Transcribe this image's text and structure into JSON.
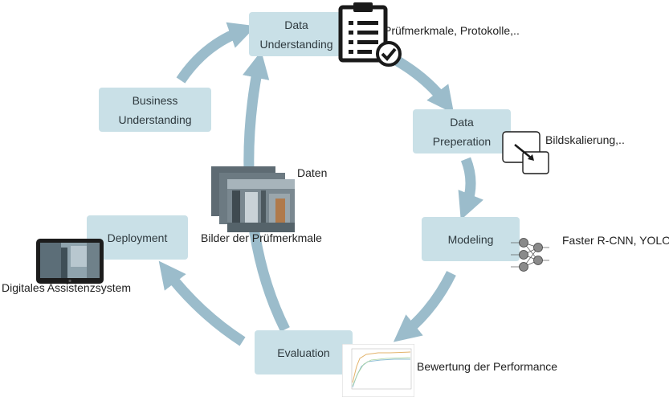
{
  "phases": {
    "data_understanding": "Data\nUnderstanding",
    "business_understanding": "Business\nUnderstanding",
    "data_preparation": "Data\nPreperation",
    "modeling": "Modeling",
    "evaluation": "Evaluation",
    "deployment": "Deployment"
  },
  "annotations": {
    "data_understanding": "Prüfmerkmale, Protokolle,..",
    "data_preparation": "Bildskalierung,..",
    "modeling": "Faster R-CNN, YOLO",
    "evaluation": "Bewertung der Performance",
    "deployment": "Digitales Assistenzsystem",
    "center_title": "Daten",
    "center_caption": "Bilder der Prüfmerkmale"
  },
  "colors": {
    "box_fill": "#c9e0e7",
    "arrow": "#9bbccb",
    "icon_dark": "#1a1a1a"
  },
  "icons": {
    "data_understanding": "clipboard-check-icon",
    "data_preparation": "image-scale-icon",
    "modeling": "neural-network-icon",
    "evaluation": "performance-chart-icon",
    "deployment": "tablet-icon",
    "center": "image-stack-icon"
  }
}
